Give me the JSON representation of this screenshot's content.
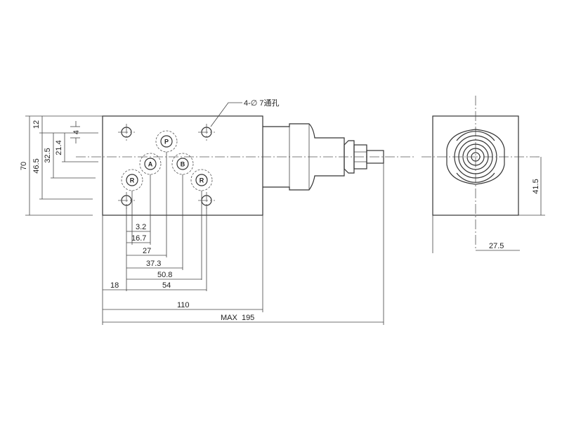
{
  "drawing": {
    "hole_note": "4-∅ 7通孔",
    "ports": {
      "p": "P",
      "a": "A",
      "b": "B",
      "r_left": "R",
      "r_right": "R"
    },
    "horizontal_dims": {
      "d3_2": "3.2",
      "d16_7": "16.7",
      "d27": "27",
      "d37_3": "37.3",
      "d50_8": "50.8",
      "d18": "18",
      "d54": "54",
      "d110": "110",
      "max195": "MAX  195",
      "d27_5": "27.5"
    },
    "vertical_dims": {
      "d70": "70",
      "d46_5": "46.5",
      "d32_5": "32.5",
      "d21_4": "21.4",
      "d12": "12",
      "d4": "4",
      "d41_5": "41.5"
    }
  }
}
